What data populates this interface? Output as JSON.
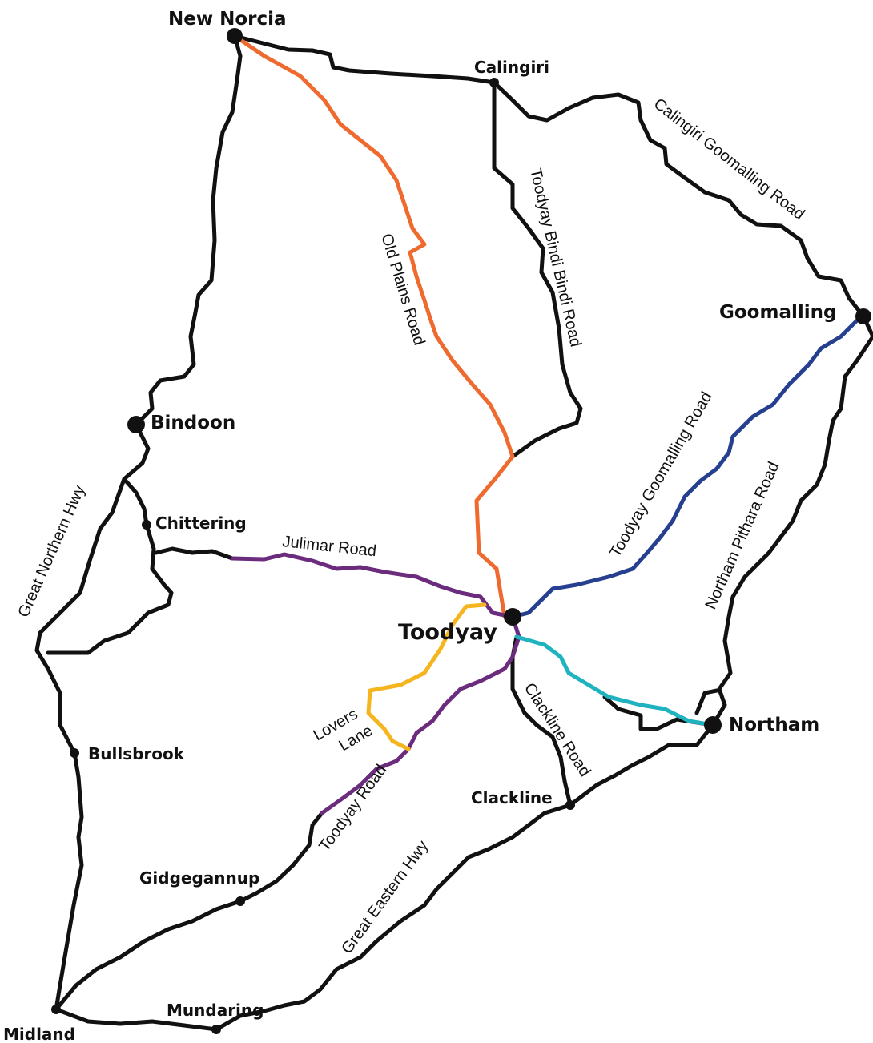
{
  "colors": {
    "base_road": "#111111",
    "old_plains_road": "#ef6a2e",
    "julimar_toodyay_road": "#6b2c7e",
    "lovers_lane": "#f5b51f",
    "toodyay_goomalling_road": "#273f8f",
    "toodyay_northam_route": "#1fb3c0"
  },
  "towns": {
    "new_norcia": "New Norcia",
    "calingiri": "Calingiri",
    "goomalling": "Goomalling",
    "bindoon": "Bindoon",
    "chittering": "Chittering",
    "toodyay": "Toodyay",
    "northam": "Northam",
    "bullsbrook": "Bullsbrook",
    "clackline": "Clackline",
    "gidgegannup": "Gidgegannup",
    "mundaring": "Mundaring",
    "midland": "Midland"
  },
  "roads": {
    "calingiri_goomalling": "Calingiri Goomalling Road",
    "toodyay_bindi_bindi": "Toodyay Bindi Bindi Road",
    "old_plains": "Old Plains Road",
    "toodyay_goomalling": "Toodyay Goomalling Road",
    "northam_pithara": "Northam Pithara Road",
    "great_northern": "Great Northern Hwy",
    "julimar": "Julimar Road",
    "lovers_lane_1": "Lovers",
    "lovers_lane_2": "Lane",
    "clackline": "Clackline Road",
    "toodyay_road": "Toodyay Road",
    "great_eastern": "Great Eastern Hwy"
  }
}
